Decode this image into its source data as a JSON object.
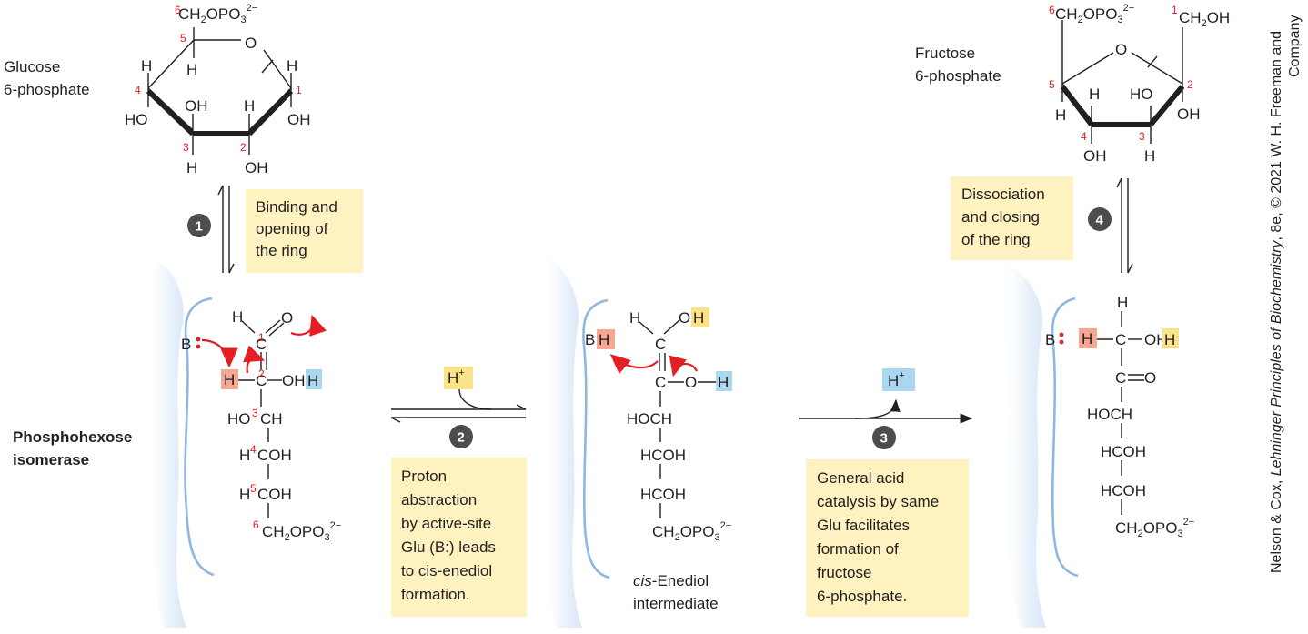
{
  "labels": {
    "glucose_line1": "Glucose",
    "glucose_line2": "6-phosphate",
    "fructose_line1": "Fructose",
    "fructose_line2": "6-phosphate",
    "enzyme_line1": "Phosphohexose",
    "enzyme_line2": "isomerase",
    "intermediate_line1": "cis-Enediol",
    "intermediate_line2": "intermediate"
  },
  "steps": [
    {
      "number": "1",
      "caption": [
        "Binding and",
        "opening of",
        "the ring"
      ]
    },
    {
      "number": "2",
      "caption": [
        "Proton",
        "abstraction",
        "by active-site",
        "Glu (B:) leads",
        "to cis-enediol",
        "formation."
      ]
    },
    {
      "number": "3",
      "caption": [
        "General acid",
        "catalysis by same",
        "Glu facilitates",
        "formation of",
        "fructose",
        "6-phosphate."
      ]
    },
    {
      "number": "4",
      "caption": [
        "Dissociation",
        "and closing",
        "of the ring"
      ]
    }
  ],
  "proton_labels": {
    "step2": "H+",
    "step3": "H+"
  },
  "credit": "Nelson & Cox, Lehninger Principles of Biochemistry, 8e, © 2021 W. H. Freeman and Company",
  "colors": {
    "carbon_numbers": "#e31e24",
    "arrows": "#e31e24",
    "caption_box": "#fdf2c0",
    "highlight_red": "#f5a793",
    "highlight_blue": "#a9d8f0",
    "highlight_yellow": "#fbe38a",
    "enzyme_surface": "#8fb7e2"
  }
}
